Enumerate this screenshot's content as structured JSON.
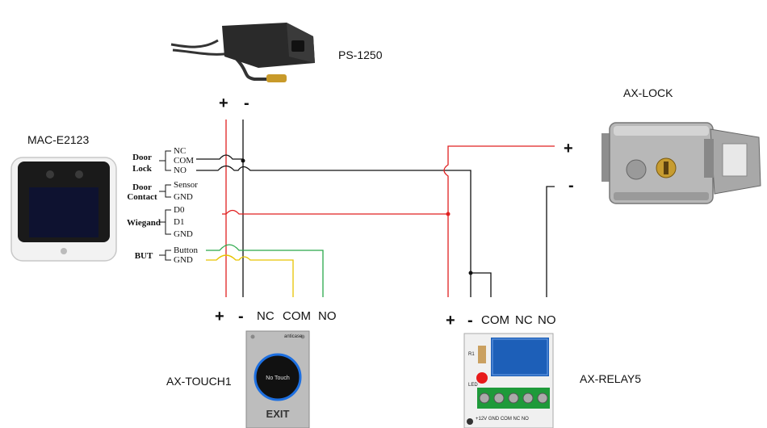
{
  "devices": {
    "power_supply": "PS-1250",
    "lock": "AX-LOCK",
    "controller": "MAC-E2123",
    "exit_button": "AX-TOUCH1",
    "relay": "AX-RELAY5"
  },
  "psu_terminals": {
    "plus": "+",
    "minus": "-"
  },
  "lock_terminals": {
    "plus": "+",
    "minus": "-"
  },
  "exit_terminals": {
    "plus": "+",
    "minus": "-",
    "nc": "NC",
    "com": "COM",
    "no": "NO"
  },
  "relay_terminals": {
    "plus": "+",
    "minus": "-",
    "com": "COM",
    "nc": "NC",
    "no": "NO"
  },
  "controller_groups": {
    "door_lock": {
      "label1": "Door",
      "label2": "Lock",
      "pins": [
        "NC",
        "COM",
        "NO"
      ]
    },
    "door_contact": {
      "label1": "Door",
      "label2": "Contact",
      "pins": [
        "Sensor",
        "GND"
      ]
    },
    "wiegand": {
      "label": "Wiegand",
      "pins": [
        "D0",
        "D1",
        "GND"
      ]
    },
    "but": {
      "label": "BUT",
      "pins": [
        "Button",
        "GND"
      ]
    }
  },
  "exit_button_text": {
    "brand": "anticase",
    "sensor": "No Touch",
    "exit": "EXIT"
  },
  "relay_board_text": {
    "pins": "+12V GND COM NC NO",
    "led": "LED",
    "r1": "R1"
  },
  "wire_colors": {
    "red": "#e02020",
    "black": "#111111",
    "green": "#2aa84a",
    "yellow": "#e8c400"
  }
}
